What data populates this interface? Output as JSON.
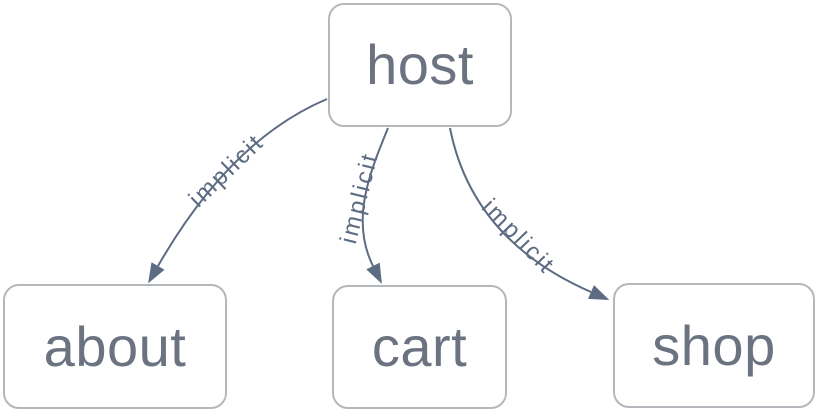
{
  "diagram": {
    "type": "flowchart",
    "background_color": "#ffffff",
    "nodes": [
      {
        "id": "host",
        "label": "host"
      },
      {
        "id": "about",
        "label": "about"
      },
      {
        "id": "cart",
        "label": "cart"
      },
      {
        "id": "shop",
        "label": "shop"
      }
    ],
    "edges": [
      {
        "from": "host",
        "to": "about",
        "label": "implicit",
        "arrow": "filled-triangle"
      },
      {
        "from": "host",
        "to": "cart",
        "label": "implicit",
        "arrow": "filled-triangle"
      },
      {
        "from": "host",
        "to": "shop",
        "label": "implicit",
        "arrow": "filled-triangle"
      }
    ],
    "colors": {
      "node_border": "#b4b7bb",
      "node_fill": "#ffffff",
      "node_text": "#6b7280",
      "edge_stroke": "#5d6b83",
      "edge_label_text": "#5d6b83"
    }
  }
}
